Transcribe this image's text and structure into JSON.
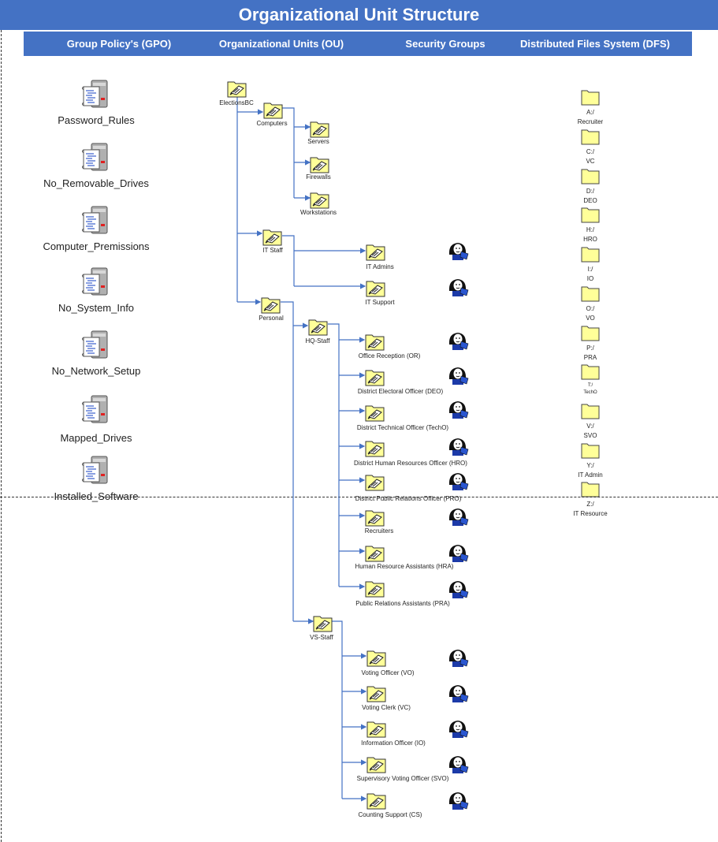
{
  "title": "Organizational Unit Structure",
  "headers": {
    "gpo": "Group Policy's  (GPO)",
    "ou": "Organizational Units (OU)",
    "groups": "Security Groups",
    "dfs": "Distributed Files System (DFS)"
  },
  "gpos": [
    "Password_Rules",
    "No_Removable_Drives",
    "Computer_Premissions",
    "No_System_Info",
    "No_Network_Setup",
    "Mapped_Drives",
    "Installed_Software"
  ],
  "ous": {
    "root": "ElectionsBC",
    "computers": "Computers",
    "servers": "Servers",
    "firewalls": "Firewalls",
    "workstations": "Workstations",
    "it_staff": "IT Staff",
    "it_admins": "IT Admins",
    "it_support": "IT Support",
    "personal": "Personal",
    "hq_staff": "HQ-Staff",
    "office_reception": "Office Reception (OR)",
    "deo": "District Electoral Officer (DEO)",
    "techo": "District Technical Officer (TechO)",
    "hro": "District Human Resources Officer (HRO)",
    "pro": "District Public Relations Officer (PRO)",
    "recruiters": "Recruiters",
    "hra": "Human Resource Assistants (HRA)",
    "pra": "Public Relations Assistants (PRA)",
    "vs_staff": "VS-Staff",
    "vo": "Voting Officer (VO)",
    "vc": "Voting Clerk (VC)",
    "io": "Information Officer (IO)",
    "svo": "Supervisory Voting Officer (SVO)",
    "cs": "Counting Support (CS)"
  },
  "dfs": [
    {
      "drive": "A:/",
      "name": "Recruiter"
    },
    {
      "drive": "C:/",
      "name": "VC"
    },
    {
      "drive": "D:/",
      "name": "DEO"
    },
    {
      "drive": "H:/",
      "name": "HRO"
    },
    {
      "drive": "I:/",
      "name": "IO"
    },
    {
      "drive": "O:/",
      "name": "VO"
    },
    {
      "drive": "P:/",
      "name": "PRA"
    },
    {
      "drive": "T:/",
      "name": "TechO"
    },
    {
      "drive": "V:/",
      "name": "SVO"
    },
    {
      "drive": "Y:/",
      "name": "IT Admin"
    },
    {
      "drive": "Z:/",
      "name": "IT Resource"
    }
  ],
  "colors": {
    "header_blue": "#4472c4",
    "connector": "#4472c4",
    "folder_fill": "#ffff99"
  }
}
